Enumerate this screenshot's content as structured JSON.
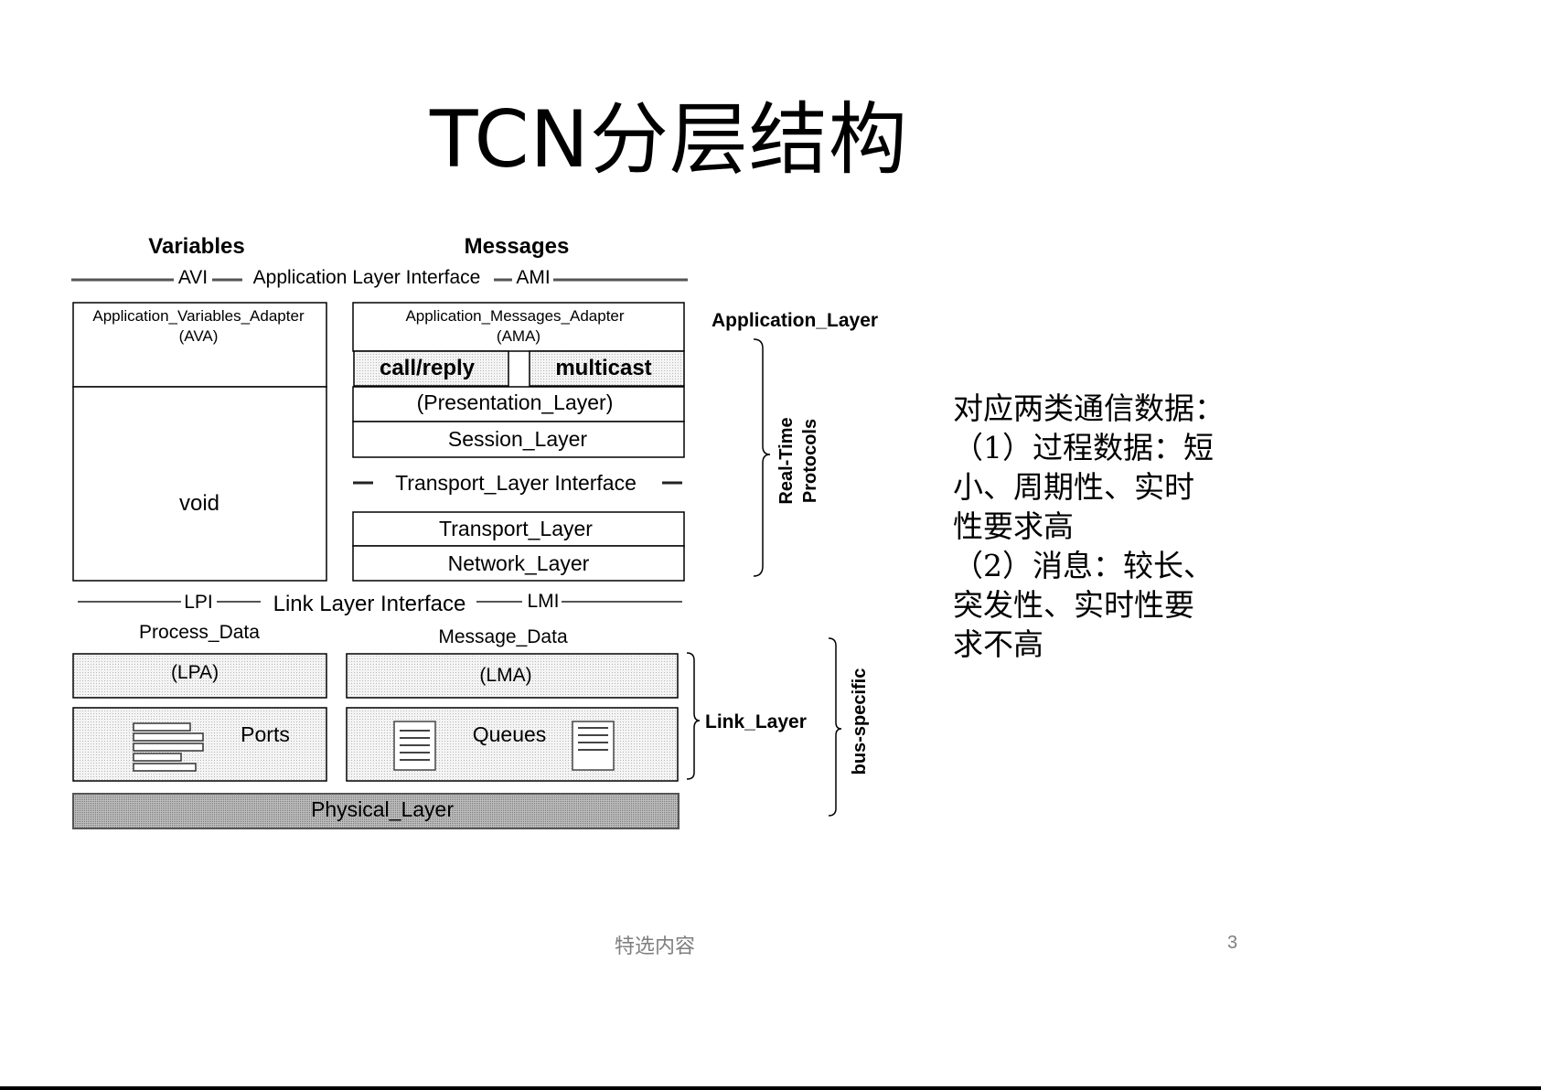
{
  "slide": {
    "title": "TCN分层结构",
    "footer": "特选内容",
    "page_number": "3"
  },
  "diagram": {
    "headers": {
      "variables": "Variables",
      "messages": "Messages"
    },
    "interfaces": {
      "avi": "AVI",
      "application_layer_interface": "Application Layer Interface",
      "ami": "AMI",
      "transport_layer_interface": "Transport_Layer Interface",
      "lpi": "LPI",
      "link_layer_interface": "Link Layer Interface",
      "lmi": "LMI"
    },
    "ava": {
      "name": "Application_Variables_Adapter",
      "abbr": "(AVA)"
    },
    "ama": {
      "name": "Application_Messages_Adapter",
      "abbr": "(AMA)"
    },
    "call_reply": "call/reply",
    "multicast": "multicast",
    "presentation_layer": "(Presentation_Layer)",
    "session_layer": "Session_Layer",
    "void": "void",
    "transport_layer": "Transport_Layer",
    "network_layer": "Network_Layer",
    "process_data": "Process_Data",
    "message_data": "Message_Data",
    "lpa": "(LPA)",
    "lma": "(LMA)",
    "ports": "Ports",
    "queues": "Queues",
    "physical_layer": "Physical_Layer",
    "labels": {
      "application_layer": "Application_Layer",
      "real_time": "Real-Time",
      "protocols": "Protocols",
      "link_layer": "Link_Layer",
      "bus_specific": "bus-specific"
    }
  },
  "notes": [
    "对应两类通信数据：",
    "（1）过程数据：短",
    "小、周期性、实时",
    "性要求高",
    "（2）消息：较长、",
    "突发性、实时性要",
    "求不高"
  ]
}
